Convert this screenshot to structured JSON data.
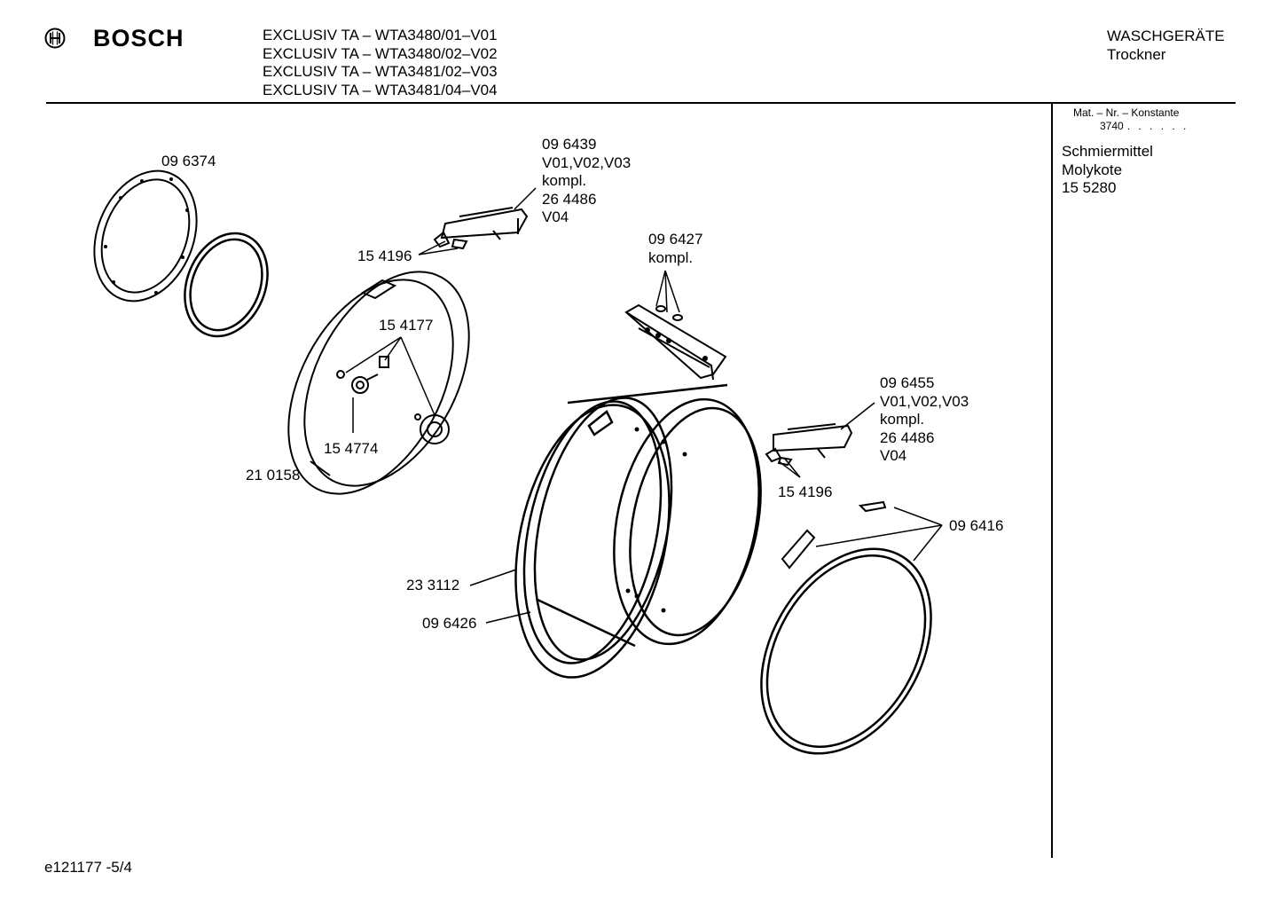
{
  "header": {
    "brand": "BOSCH",
    "models": [
      "EXCLUSIV TA – WTA3480/01–V01",
      "EXCLUSIV TA – WTA3480/02–V02",
      "EXCLUSIV TA – WTA3481/02–V03",
      "EXCLUSIV TA – WTA3481/04–V04"
    ],
    "category": "WASCHGERÄTE",
    "subcategory": "Trockner"
  },
  "sidebar": {
    "matnr_label": "Mat. – Nr. – Konstante",
    "matnr_value": "3740",
    "matnr_dots": ". . . . . .",
    "lubricant": [
      "Schmiermittel",
      "Molykote",
      "15 5280"
    ]
  },
  "footer": {
    "diagram_id": "e121177 -5/4"
  },
  "parts": {
    "p096374": "09 6374",
    "p096439": [
      "09 6439",
      "V01,V02,V03",
      "kompl.",
      "26 4486",
      "V04"
    ],
    "p154196_top": "15 4196",
    "p096427": [
      "09 6427",
      "kompl."
    ],
    "p154177": "15 4177",
    "p154774": "15 4774",
    "p210158": "21 0158",
    "p096455": [
      "09 6455",
      "V01,V02,V03",
      "kompl.",
      "26 4486",
      "V04"
    ],
    "p154196_right": "15 4196",
    "p096416": "09 6416",
    "p233112": "23 3112",
    "p096426": "09 6426"
  }
}
